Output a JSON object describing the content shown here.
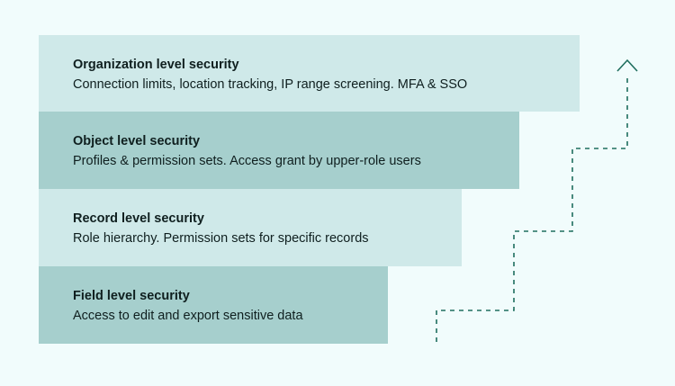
{
  "tiers": [
    {
      "title": "Organization level security",
      "description": "Connection limits, location tracking, IP range screening. MFA & SSO"
    },
    {
      "title": "Object level security",
      "description": "Profiles & permission sets. Access grant by upper-role users"
    },
    {
      "title": "Record level security",
      "description": "Role hierarchy. Permission sets for specific records"
    },
    {
      "title": "Field level security",
      "description": "Access to edit and export sensitive data"
    }
  ],
  "colors": {
    "background": "#f1fcfc",
    "tier_light": "#cfe9e9",
    "tier_dark": "#a6cfcd",
    "staircase": "#1f6e5e"
  },
  "icons": {
    "staircase": "dashed-staircase-arrow-up-icon"
  }
}
